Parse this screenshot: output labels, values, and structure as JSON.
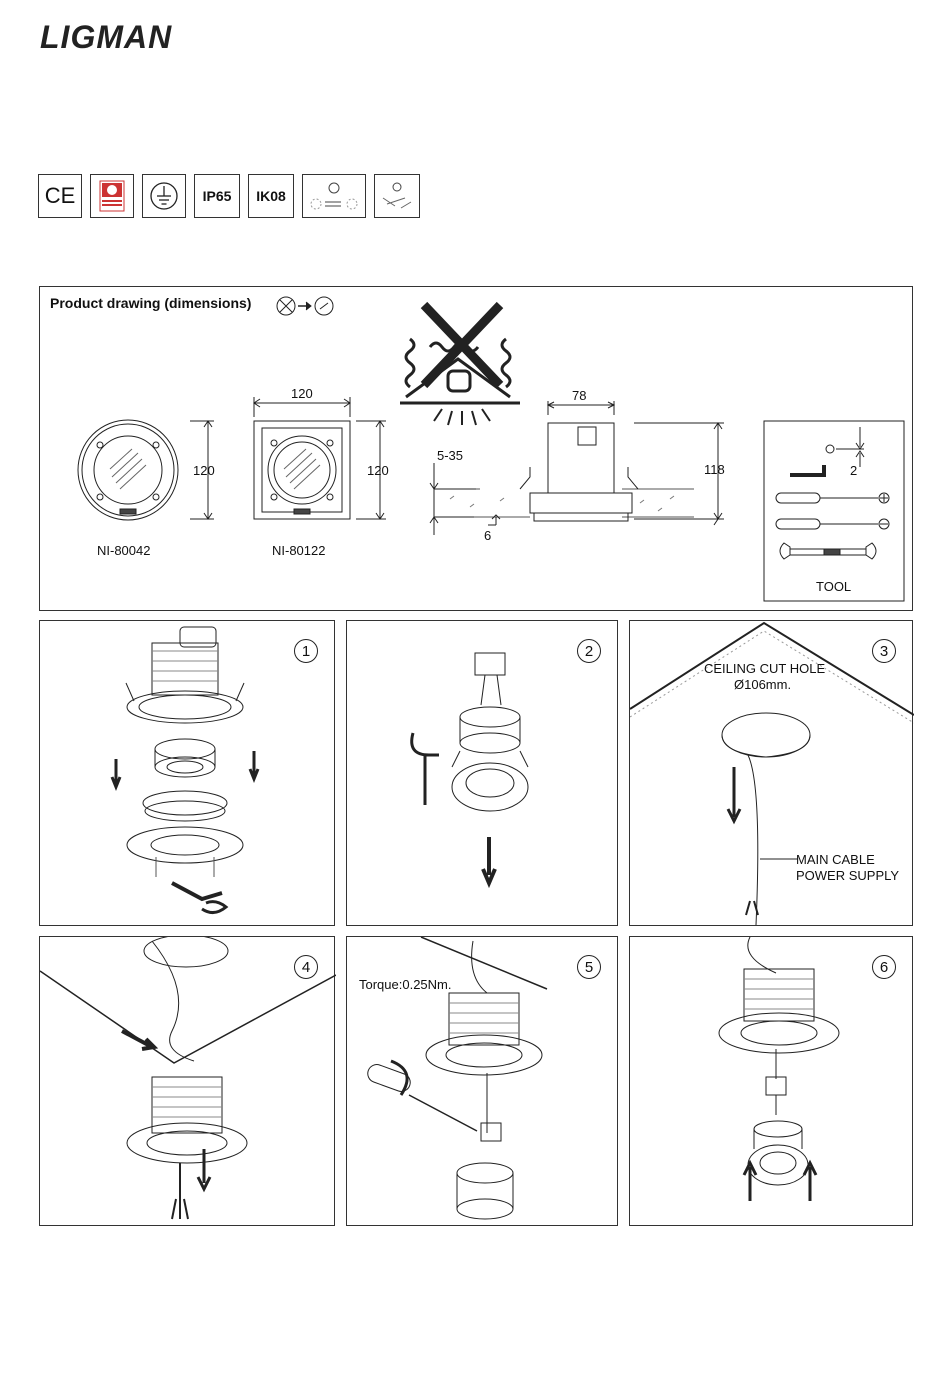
{
  "brand": {
    "logo_text": "LIGMAN"
  },
  "badges": [
    "CE",
    "quality-cert-icon",
    "earth-ground-icon",
    "IP65",
    "IK08",
    "dimmable-icon",
    "led-replaceable-icon"
  ],
  "dimensions": {
    "title": "Product drawing (dimensions)",
    "round": {
      "width": "120",
      "height": "120",
      "code": "NI-80042"
    },
    "square": {
      "width": "120",
      "height": "120",
      "code": "NI-80122"
    },
    "side": {
      "width": "78",
      "height": "118",
      "ceiling": "5-35",
      "protrusion": "6"
    },
    "tool": {
      "allen": "2",
      "label": "TOOL"
    }
  },
  "steps": [
    {
      "number": "1"
    },
    {
      "number": "2"
    },
    {
      "number": "3",
      "hole_title": "CEILING CUT HOLE",
      "hole_size": "Ø106mm.",
      "cable_line1": "MAIN CABLE",
      "cable_line2": "POWER SUPPLY"
    },
    {
      "number": "4"
    },
    {
      "number": "5",
      "torque": "Torque:0.25Nm."
    },
    {
      "number": "6"
    }
  ]
}
